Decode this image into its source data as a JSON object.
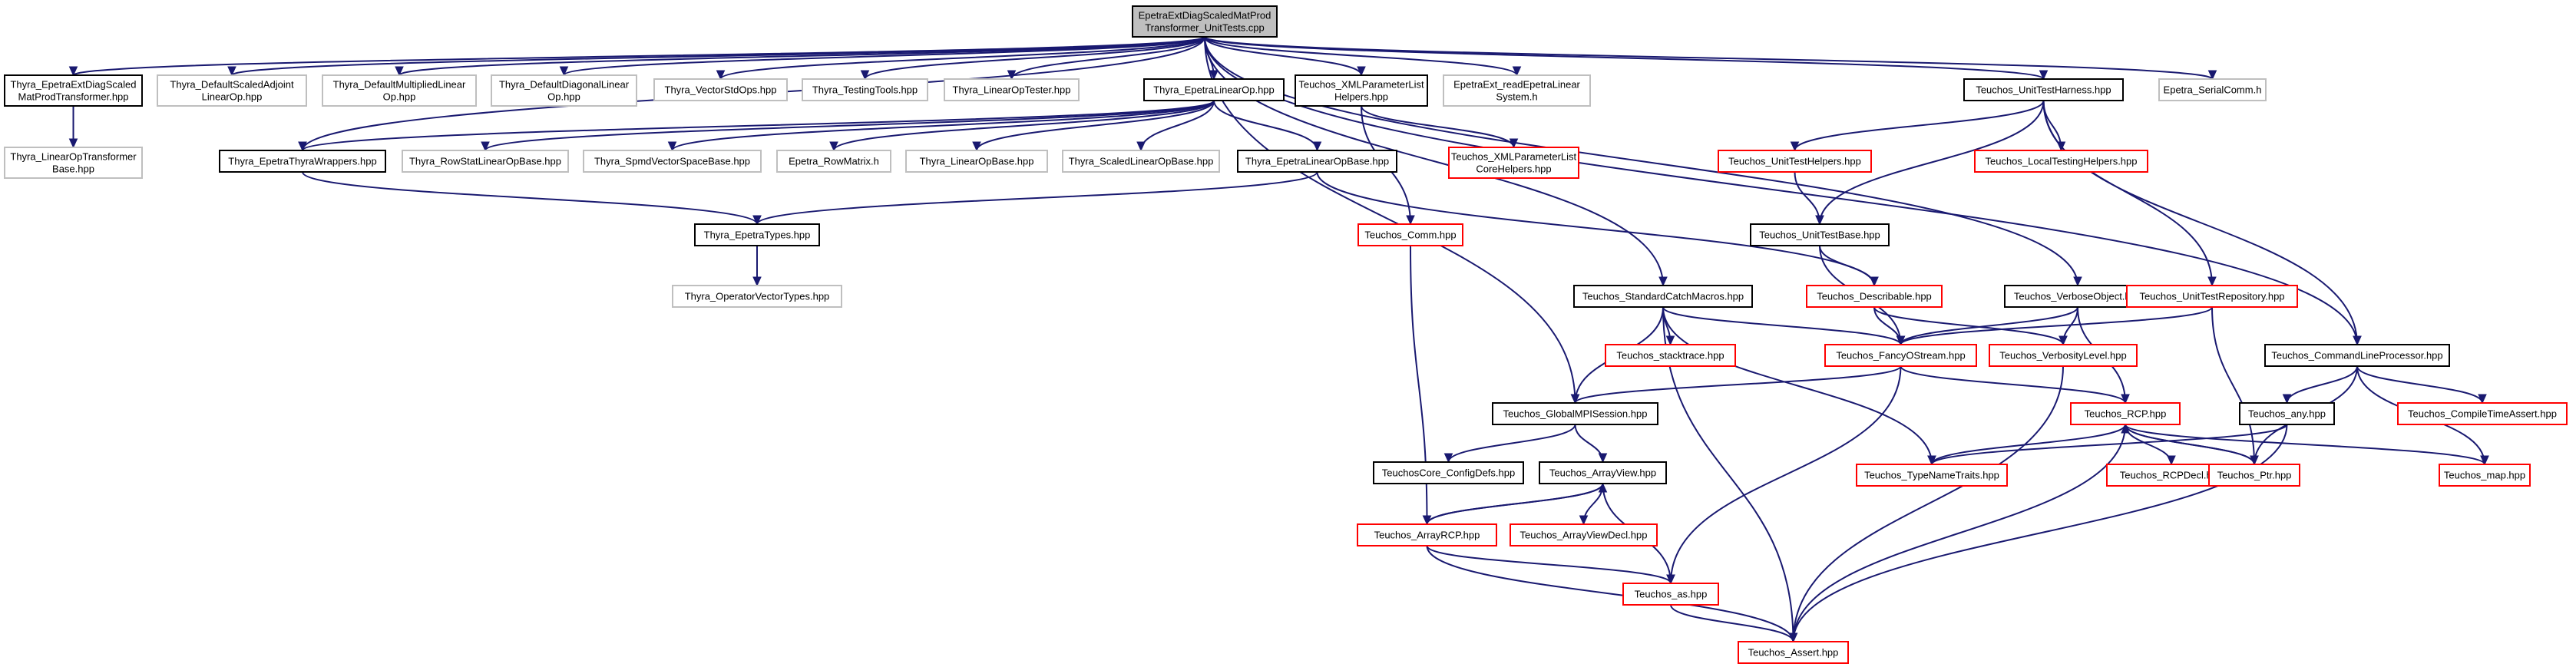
{
  "graph": {
    "colors": {
      "edge": "#191970",
      "root_fill": "#bfbfbf",
      "documented_border": "#000000",
      "incomplete_border": "#ff0000",
      "external_border": "#bfbfbf"
    },
    "nodes": [
      {
        "id": "root",
        "lines": [
          "EpetraExtDiagScaledMatProd",
          "Transformer_UnitTests.cpp"
        ],
        "kind": "root"
      },
      {
        "id": "thyra_epetraext",
        "lines": [
          "Thyra_EpetraExtDiagScaled",
          "MatProdTransformer.hpp"
        ],
        "kind": "black"
      },
      {
        "id": "thyra_defscaledadj",
        "lines": [
          "Thyra_DefaultScaledAdjoint",
          "LinearOp.hpp"
        ],
        "kind": "gray"
      },
      {
        "id": "thyra_defmult",
        "lines": [
          "Thyra_DefaultMultipliedLinear",
          "Op.hpp"
        ],
        "kind": "gray"
      },
      {
        "id": "thyra_defdiag",
        "lines": [
          "Thyra_DefaultDiagonalLinear",
          "Op.hpp"
        ],
        "kind": "gray"
      },
      {
        "id": "thyra_vecstd",
        "lines": [
          "Thyra_VectorStdOps.hpp"
        ],
        "kind": "gray"
      },
      {
        "id": "thyra_testtools",
        "lines": [
          "Thyra_TestingTools.hpp"
        ],
        "kind": "gray"
      },
      {
        "id": "thyra_lotester",
        "lines": [
          "Thyra_LinearOpTester.hpp"
        ],
        "kind": "gray"
      },
      {
        "id": "thyra_epetralinop",
        "lines": [
          "Thyra_EpetraLinearOp.hpp"
        ],
        "kind": "black"
      },
      {
        "id": "teuchos_xmlhelpers",
        "lines": [
          "Teuchos_XMLParameterList",
          "Helpers.hpp"
        ],
        "kind": "black"
      },
      {
        "id": "epetraext_read",
        "lines": [
          "EpetraExt_readEpetraLinear",
          "System.h"
        ],
        "kind": "gray"
      },
      {
        "id": "teuchos_uth",
        "lines": [
          "Teuchos_UnitTestHarness.hpp"
        ],
        "kind": "black"
      },
      {
        "id": "epetra_serialcomm",
        "lines": [
          "Epetra_SerialComm.h"
        ],
        "kind": "gray"
      },
      {
        "id": "thyra_lotbase",
        "lines": [
          "Thyra_LinearOpTransformer",
          "Base.hpp"
        ],
        "kind": "gray"
      },
      {
        "id": "thyra_ewrappers",
        "lines": [
          "Thyra_EpetraThyraWrappers.hpp"
        ],
        "kind": "black"
      },
      {
        "id": "thyra_rowstat",
        "lines": [
          "Thyra_RowStatLinearOpBase.hpp"
        ],
        "kind": "gray"
      },
      {
        "id": "thyra_spmd",
        "lines": [
          "Thyra_SpmdVectorSpaceBase.hpp"
        ],
        "kind": "gray"
      },
      {
        "id": "epetra_rowmatrix",
        "lines": [
          "Epetra_RowMatrix.h"
        ],
        "kind": "gray"
      },
      {
        "id": "thyra_linopbase",
        "lines": [
          "Thyra_LinearOpBase.hpp"
        ],
        "kind": "gray"
      },
      {
        "id": "thyra_scaledlinop",
        "lines": [
          "Thyra_ScaledLinearOpBase.hpp"
        ],
        "kind": "gray"
      },
      {
        "id": "thyra_elobase",
        "lines": [
          "Thyra_EpetraLinearOpBase.hpp"
        ],
        "kind": "black"
      },
      {
        "id": "teuchos_xmlcore",
        "lines": [
          "Teuchos_XMLParameterList",
          "CoreHelpers.hpp"
        ],
        "kind": "red"
      },
      {
        "id": "teuchos_uthelpers",
        "lines": [
          "Teuchos_UnitTestHelpers.hpp"
        ],
        "kind": "red"
      },
      {
        "id": "teuchos_localtest",
        "lines": [
          "Teuchos_LocalTestingHelpers.hpp"
        ],
        "kind": "red"
      },
      {
        "id": "thyra_etypes",
        "lines": [
          "Thyra_EpetraTypes.hpp"
        ],
        "kind": "black"
      },
      {
        "id": "teuchos_utbase",
        "lines": [
          "Teuchos_UnitTestBase.hpp"
        ],
        "kind": "black"
      },
      {
        "id": "teuchos_comm",
        "lines": [
          "Teuchos_Comm.hpp"
        ],
        "kind": "red"
      },
      {
        "id": "thyra_opvt",
        "lines": [
          "Thyra_OperatorVectorTypes.hpp"
        ],
        "kind": "gray"
      },
      {
        "id": "teuchos_scm",
        "lines": [
          "Teuchos_StandardCatchMacros.hpp"
        ],
        "kind": "black"
      },
      {
        "id": "teuchos_describable",
        "lines": [
          "Teuchos_Describable.hpp"
        ],
        "kind": "red"
      },
      {
        "id": "teuchos_verboseobj",
        "lines": [
          "Teuchos_VerboseObject.hpp"
        ],
        "kind": "black"
      },
      {
        "id": "teuchos_utrepo",
        "lines": [
          "Teuchos_UnitTestRepository.hpp"
        ],
        "kind": "red"
      },
      {
        "id": "teuchos_stacktrace",
        "lines": [
          "Teuchos_stacktrace.hpp"
        ],
        "kind": "red"
      },
      {
        "id": "teuchos_fancyos",
        "lines": [
          "Teuchos_FancyOStream.hpp"
        ],
        "kind": "red"
      },
      {
        "id": "teuchos_verblevel",
        "lines": [
          "Teuchos_VerbosityLevel.hpp"
        ],
        "kind": "red"
      },
      {
        "id": "teuchos_clp",
        "lines": [
          "Teuchos_CommandLineProcessor.hpp"
        ],
        "kind": "black"
      },
      {
        "id": "teuchos_gmpi",
        "lines": [
          "Teuchos_GlobalMPISession.hpp"
        ],
        "kind": "black"
      },
      {
        "id": "teuchos_rcp",
        "lines": [
          "Teuchos_RCP.hpp"
        ],
        "kind": "red"
      },
      {
        "id": "teuchos_any",
        "lines": [
          "Teuchos_any.hpp"
        ],
        "kind": "black"
      },
      {
        "id": "teuchos_cta",
        "lines": [
          "Teuchos_CompileTimeAssert.hpp"
        ],
        "kind": "red"
      },
      {
        "id": "teuchoscore_config",
        "lines": [
          "TeuchosCore_ConfigDefs.hpp"
        ],
        "kind": "black"
      },
      {
        "id": "teuchos_arrayview",
        "lines": [
          "Teuchos_ArrayView.hpp"
        ],
        "kind": "black"
      },
      {
        "id": "teuchos_typename",
        "lines": [
          "Teuchos_TypeNameTraits.hpp"
        ],
        "kind": "red"
      },
      {
        "id": "teuchos_rcpdecl",
        "lines": [
          "Teuchos_RCPDecl.hpp"
        ],
        "kind": "red"
      },
      {
        "id": "teuchos_ptr",
        "lines": [
          "Teuchos_Ptr.hpp"
        ],
        "kind": "red"
      },
      {
        "id": "teuchos_map",
        "lines": [
          "Teuchos_map.hpp"
        ],
        "kind": "red"
      },
      {
        "id": "teuchos_arrayrcp",
        "lines": [
          "Teuchos_ArrayRCP.hpp"
        ],
        "kind": "red"
      },
      {
        "id": "teuchos_avdecl",
        "lines": [
          "Teuchos_ArrayViewDecl.hpp"
        ],
        "kind": "red"
      },
      {
        "id": "teuchos_as",
        "lines": [
          "Teuchos_as.hpp"
        ],
        "kind": "red"
      },
      {
        "id": "teuchos_assert",
        "lines": [
          "Teuchos_Assert.hpp"
        ],
        "kind": "red"
      }
    ],
    "edges": [
      [
        "root",
        "thyra_epetraext"
      ],
      [
        "root",
        "thyra_defscaledadj"
      ],
      [
        "root",
        "thyra_defmult"
      ],
      [
        "root",
        "thyra_defdiag"
      ],
      [
        "root",
        "thyra_vecstd"
      ],
      [
        "root",
        "thyra_testtools"
      ],
      [
        "root",
        "thyra_lotester"
      ],
      [
        "root",
        "thyra_epetralinop"
      ],
      [
        "root",
        "teuchos_xmlhelpers"
      ],
      [
        "root",
        "epetraext_read"
      ],
      [
        "root",
        "teuchos_uth"
      ],
      [
        "root",
        "epetra_serialcomm"
      ],
      [
        "root",
        "thyra_ewrappers"
      ],
      [
        "root",
        "teuchos_scm"
      ],
      [
        "root",
        "teuchos_verboseobj"
      ],
      [
        "root",
        "teuchos_gmpi"
      ],
      [
        "root",
        "teuchos_clp"
      ],
      [
        "thyra_epetraext",
        "thyra_lotbase"
      ],
      [
        "thyra_epetralinop",
        "thyra_ewrappers"
      ],
      [
        "thyra_epetralinop",
        "thyra_rowstat"
      ],
      [
        "thyra_epetralinop",
        "thyra_spmd"
      ],
      [
        "thyra_epetralinop",
        "epetra_rowmatrix"
      ],
      [
        "thyra_epetralinop",
        "thyra_linopbase"
      ],
      [
        "thyra_epetralinop",
        "thyra_scaledlinop"
      ],
      [
        "thyra_epetralinop",
        "thyra_elobase"
      ],
      [
        "thyra_ewrappers",
        "thyra_etypes"
      ],
      [
        "thyra_elobase",
        "thyra_etypes"
      ],
      [
        "thyra_elobase",
        "teuchos_describable"
      ],
      [
        "thyra_etypes",
        "thyra_opvt"
      ],
      [
        "teuchos_xmlhelpers",
        "teuchos_xmlcore"
      ],
      [
        "teuchos_xmlhelpers",
        "teuchos_comm"
      ],
      [
        "teuchos_comm",
        "teuchos_arrayrcp"
      ],
      [
        "teuchos_uth",
        "teuchos_uthelpers"
      ],
      [
        "teuchos_uth",
        "teuchos_localtest"
      ],
      [
        "teuchos_uth",
        "teuchos_utbase"
      ],
      [
        "teuchos_uth",
        "teuchos_utrepo"
      ],
      [
        "teuchos_uth",
        "teuchos_clp"
      ],
      [
        "teuchos_uthelpers",
        "teuchos_utbase"
      ],
      [
        "teuchos_utbase",
        "teuchos_describable"
      ],
      [
        "teuchos_utbase",
        "teuchos_fancyos"
      ],
      [
        "teuchos_utrepo",
        "teuchos_fancyos"
      ],
      [
        "teuchos_utrepo",
        "teuchos_ptr"
      ],
      [
        "teuchos_scm",
        "teuchos_stacktrace"
      ],
      [
        "teuchos_scm",
        "teuchos_fancyos"
      ],
      [
        "teuchos_scm",
        "teuchos_gmpi"
      ],
      [
        "teuchos_scm",
        "teuchos_typename"
      ],
      [
        "teuchos_scm",
        "teuchos_assert"
      ],
      [
        "teuchos_describable",
        "teuchos_fancyos"
      ],
      [
        "teuchos_describable",
        "teuchos_verblevel"
      ],
      [
        "teuchos_verboseobj",
        "teuchos_fancyos"
      ],
      [
        "teuchos_verboseobj",
        "teuchos_verblevel"
      ],
      [
        "teuchos_verboseobj",
        "teuchos_rcp"
      ],
      [
        "teuchos_fancyos",
        "teuchos_gmpi"
      ],
      [
        "teuchos_fancyos",
        "teuchos_rcp"
      ],
      [
        "teuchos_fancyos",
        "teuchos_as"
      ],
      [
        "teuchos_verblevel",
        "teuchos_assert"
      ],
      [
        "teuchos_clp",
        "teuchos_any"
      ],
      [
        "teuchos_clp",
        "teuchos_cta"
      ],
      [
        "teuchos_clp",
        "teuchos_map"
      ],
      [
        "teuchos_clp",
        "teuchos_ptr"
      ],
      [
        "teuchos_any",
        "teuchos_typename"
      ],
      [
        "teuchos_any",
        "teuchos_assert"
      ],
      [
        "teuchos_gmpi",
        "teuchoscore_config"
      ],
      [
        "teuchos_gmpi",
        "teuchos_arrayview"
      ],
      [
        "teuchos_rcp",
        "teuchos_typename"
      ],
      [
        "teuchos_rcp",
        "teuchos_rcpdecl"
      ],
      [
        "teuchos_rcp",
        "teuchos_ptr"
      ],
      [
        "teuchos_rcp",
        "teuchos_map"
      ],
      [
        "teuchos_rcp",
        "teuchos_assert"
      ],
      [
        "teuchos_ptr",
        "teuchos_rcp"
      ],
      [
        "teuchos_arrayview",
        "teuchos_arrayrcp"
      ],
      [
        "teuchos_arrayview",
        "teuchos_avdecl"
      ],
      [
        "teuchos_arrayview",
        "teuchos_as"
      ],
      [
        "teuchos_arrayrcp",
        "teuchos_arrayview"
      ],
      [
        "teuchos_arrayrcp",
        "teuchos_as"
      ],
      [
        "teuchos_arrayrcp",
        "teuchos_assert"
      ],
      [
        "teuchos_as",
        "teuchos_assert"
      ]
    ]
  }
}
